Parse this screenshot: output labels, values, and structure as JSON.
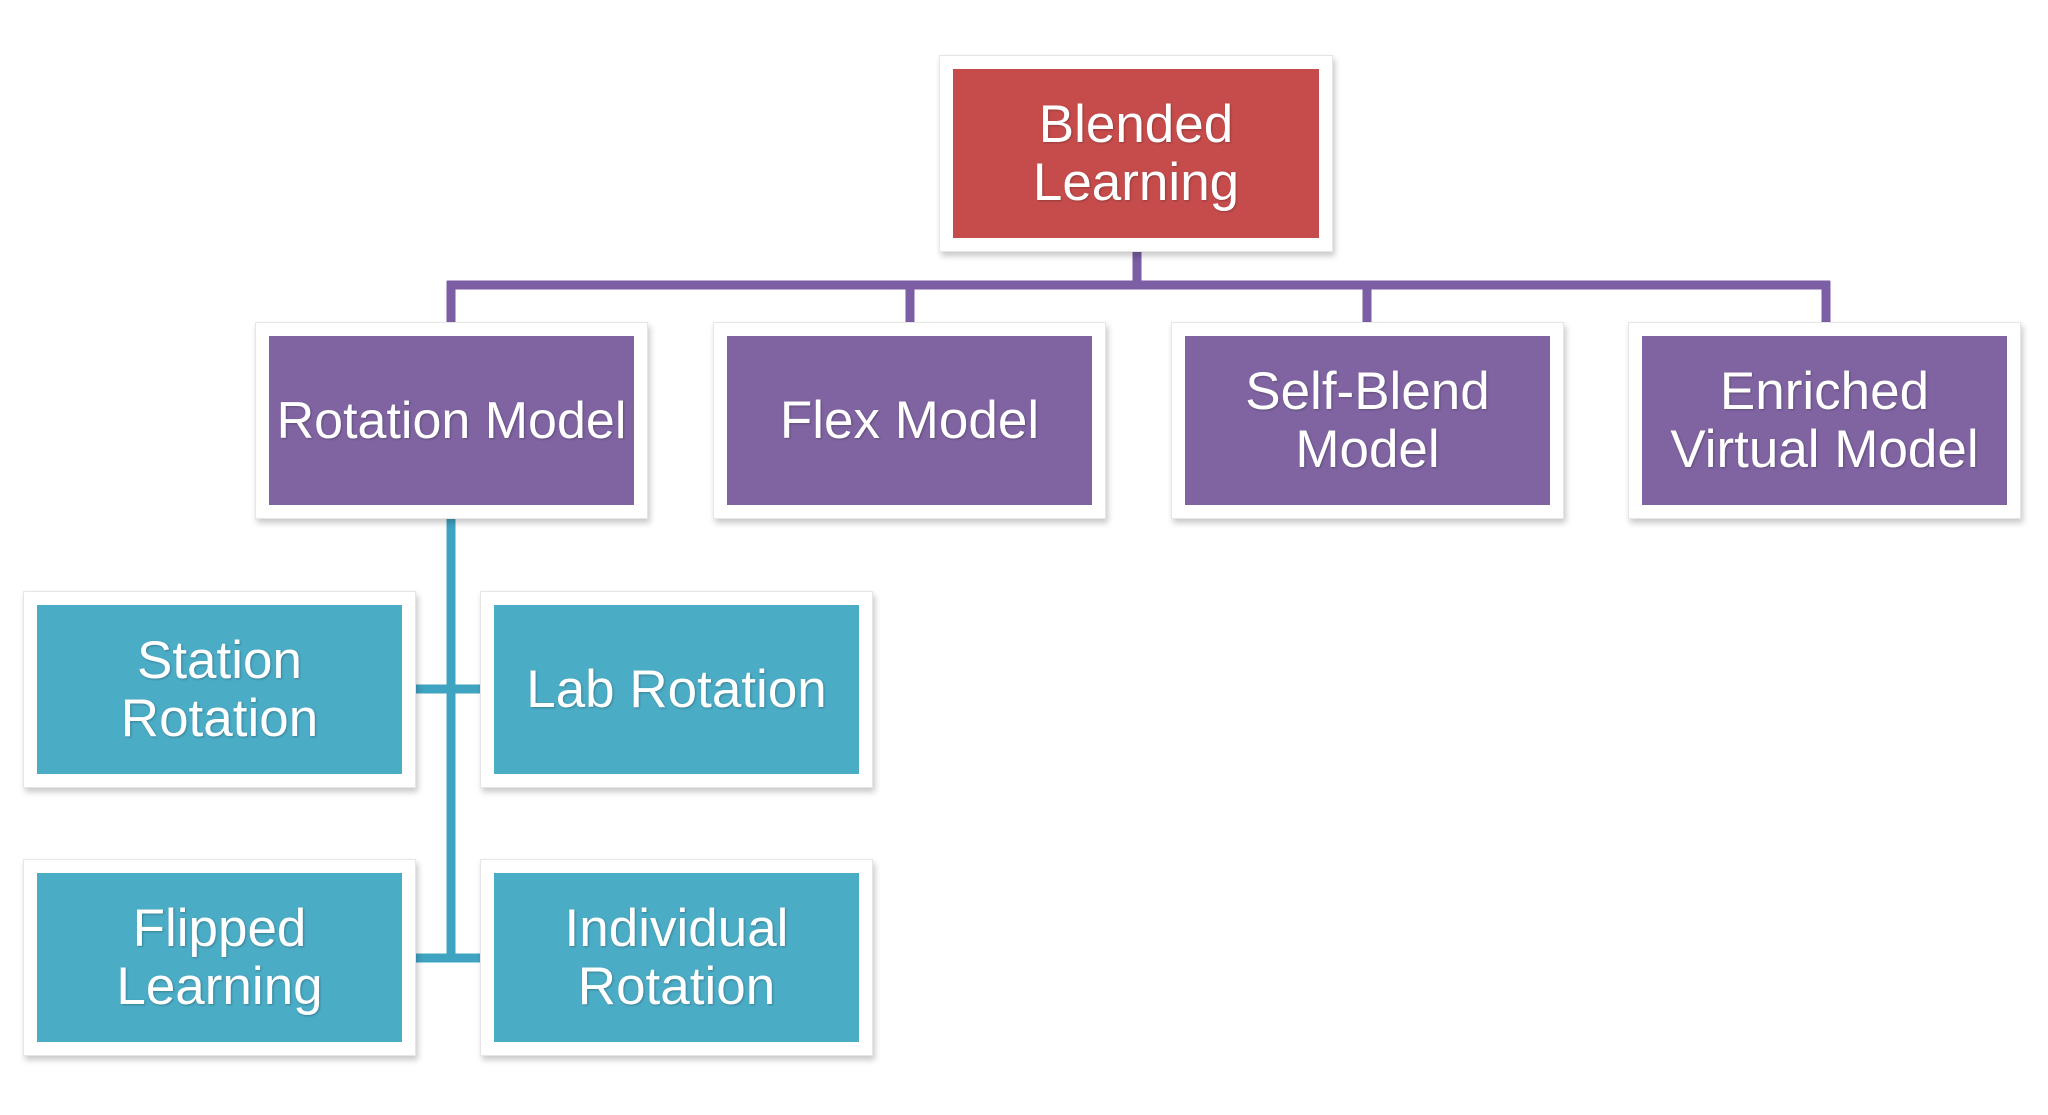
{
  "diagram": {
    "root": {
      "label": "Blended\nLearning",
      "color": "#c64c4c"
    },
    "models": [
      {
        "label": "Rotation Model"
      },
      {
        "label": "Flex Model"
      },
      {
        "label": "Self-Blend\nModel"
      },
      {
        "label": "Enriched\nVirtual Model"
      }
    ],
    "rotation_types": [
      {
        "label": "Station\nRotation"
      },
      {
        "label": "Lab Rotation"
      },
      {
        "label": "Flipped\nLearning"
      },
      {
        "label": "Individual\nRotation"
      }
    ],
    "colors": {
      "root": "#c64c4c",
      "model": "#8064a2",
      "rotation_type": "#4bacc6",
      "model_connector": "#7b5ea3",
      "rotation_connector": "#3fa4c2"
    }
  }
}
